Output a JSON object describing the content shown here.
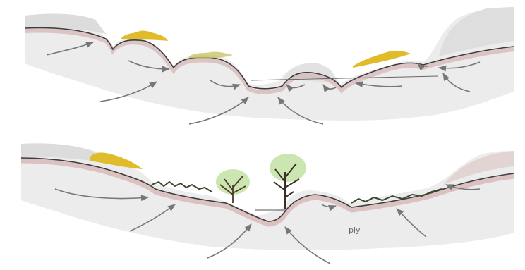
{
  "labels": {
    "bottom_panel_text": "ply"
  },
  "colors": {
    "paper": "#ffffff",
    "sediment_shade": "#e9e6e6",
    "pink_band": "#d8b7b7",
    "bedrock_line": "#3c3c3c",
    "arrow": "#777777",
    "yellow_veg": "#e0bb2a",
    "tree_green": "#a9d57c",
    "grass": "#3b4a2c"
  },
  "panels": [
    {
      "name": "upper-profile",
      "vegetation": [
        "yellow-shrubs"
      ]
    },
    {
      "name": "lower-profile",
      "vegetation": [
        "yellow-shrubs",
        "trees",
        "grass"
      ]
    }
  ]
}
